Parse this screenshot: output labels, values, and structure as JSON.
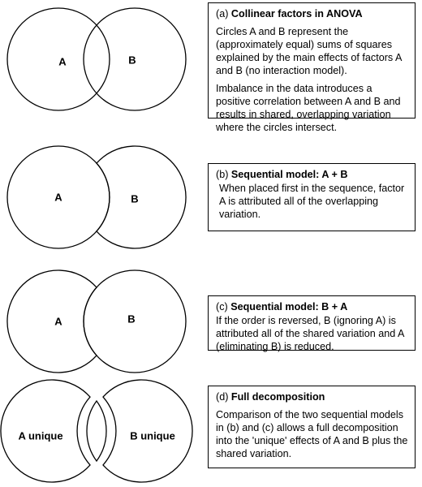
{
  "panels": [
    {
      "labels": [
        "A",
        "B"
      ],
      "tag": "(a)",
      "title": "Collinear factors in ANOVA",
      "paragraphs": [
        "Circles A and B represent the (approximately equal) sums of squares explained by the main effects of factors A and B (no interaction model).",
        "Imbalance in the data introduces a positive correlation between A and B and results in shared, overlapping variation where the circles intersect."
      ]
    },
    {
      "labels": [
        "A",
        "B"
      ],
      "tag": "(b)",
      "title": "Sequential model: A + B",
      "paragraphs": [
        "When placed first in the sequence, factor A is attributed all of the overlapping variation."
      ]
    },
    {
      "labels": [
        "A",
        "B"
      ],
      "tag": "(c)",
      "title": "Sequential model: B + A",
      "paragraphs": [
        "If the order is reversed, B (ignoring A) is attributed all of the shared variation and A (eliminating B) is reduced."
      ]
    },
    {
      "labels": [
        "A unique",
        "B unique"
      ],
      "tag": "(d)",
      "title": "Full decomposition",
      "paragraphs": [
        "Comparison of the two sequential models in (b) and (c) allows a full decomposition into the 'unique' effects of A and B plus the shared variation."
      ]
    }
  ]
}
